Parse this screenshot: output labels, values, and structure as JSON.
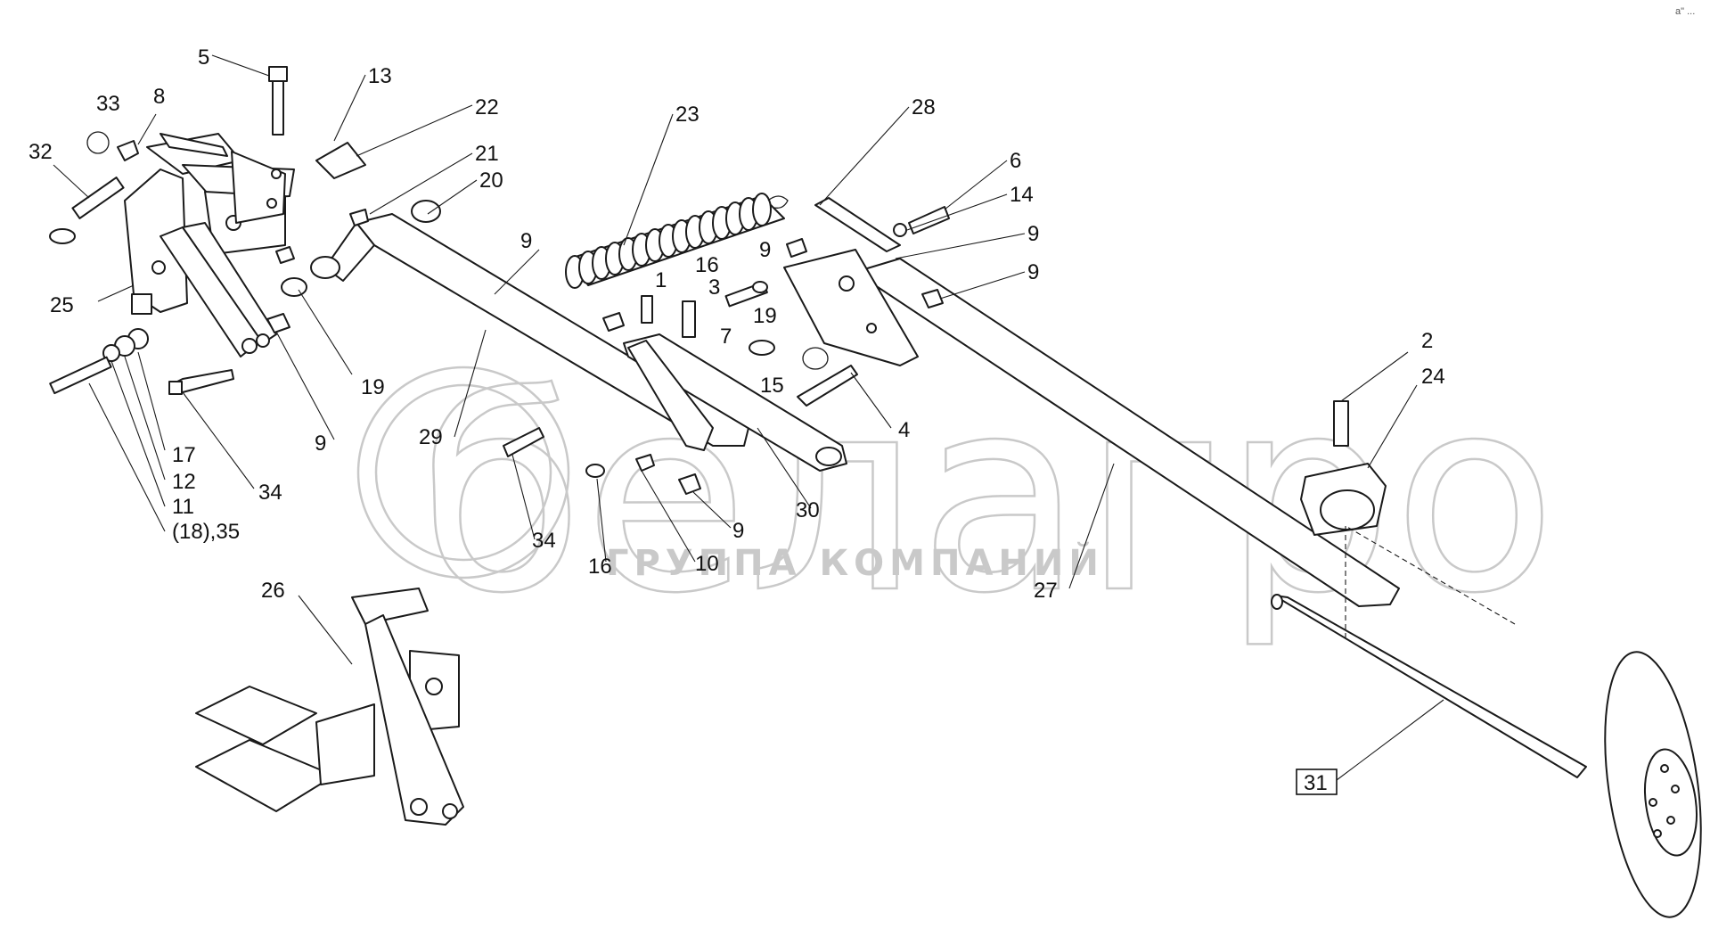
{
  "watermark": {
    "brand": "белагро",
    "tagline": "ГРУППА КОМПАНИЙ"
  },
  "corner_mark": "a\" ...",
  "part_labels": [
    {
      "id": "5"
    },
    {
      "id": "13"
    },
    {
      "id": "22"
    },
    {
      "id": "33"
    },
    {
      "id": "8"
    },
    {
      "id": "32"
    },
    {
      "id": "21"
    },
    {
      "id": "20"
    },
    {
      "id": "23"
    },
    {
      "id": "28"
    },
    {
      "id": "6"
    },
    {
      "id": "14"
    },
    {
      "id": "9"
    },
    {
      "id": "16"
    },
    {
      "id": "3"
    },
    {
      "id": "1"
    },
    {
      "id": "7"
    },
    {
      "id": "19"
    },
    {
      "id": "15"
    },
    {
      "id": "4"
    },
    {
      "id": "25"
    },
    {
      "id": "17"
    },
    {
      "id": "12"
    },
    {
      "id": "11"
    },
    {
      "id": "(18),35"
    },
    {
      "id": "34"
    },
    {
      "id": "29"
    },
    {
      "id": "10"
    },
    {
      "id": "30"
    },
    {
      "id": "2"
    },
    {
      "id": "24"
    },
    {
      "id": "27"
    },
    {
      "id": "26"
    },
    {
      "id": "31"
    }
  ]
}
